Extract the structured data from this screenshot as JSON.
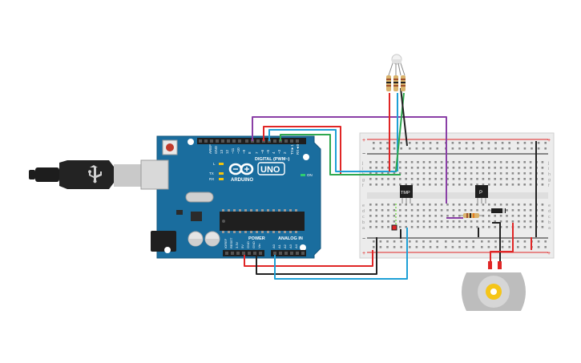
{
  "arduino": {
    "logo_text": "ARDUINO",
    "model": "UNO",
    "digital_header": "DIGITAL (PWM~)",
    "power_header": "POWER",
    "analog_header": "ANALOG IN",
    "label_aref": "AREF",
    "label_gnd": "GND",
    "label_13": "13",
    "label_12": "12",
    "label_11": "~11",
    "label_10": "~10",
    "label_9": "~9",
    "label_8": "8",
    "label_7": "7",
    "label_6": "~6",
    "label_5": "~5",
    "label_4": "4",
    "label_3": "~3",
    "label_2": "2",
    "label_tx1": "TX►1",
    "label_rx0": "RX◄0",
    "label_L": "L",
    "label_TX": "TX",
    "label_RX": "RX",
    "label_on": "ON",
    "label_ioref": "IOREF",
    "label_reset": "RESET",
    "label_3v3": "3.3V",
    "label_5v": "5V",
    "label_gnd1": "GND",
    "label_gnd2": "GND",
    "label_vin": "Vin",
    "label_a0": "A0",
    "label_a1": "A1",
    "label_a2": "A2",
    "label_a3": "A3",
    "label_a4": "A4",
    "label_a5": "A5"
  },
  "breadboard": {
    "row_letters_top": [
      "j",
      "i",
      "h",
      "g",
      "f"
    ],
    "row_letters_bottom": [
      "e",
      "d",
      "c",
      "b",
      "a"
    ],
    "plus_sign": "+",
    "minus_sign": "−"
  },
  "components": {
    "tmp_sensor_label": "TMP",
    "transistor_label": "P"
  },
  "colors": {
    "arduino_board": "#1a6d9e",
    "wire_red": "#e02626",
    "wire_black": "#222222",
    "wire_blue": "#1ea0d6",
    "wire_green": "#2fa84f",
    "wire_purple": "#8a3fa6",
    "motor_body": "#bdbdbd",
    "motor_gear": "#f5c518"
  }
}
